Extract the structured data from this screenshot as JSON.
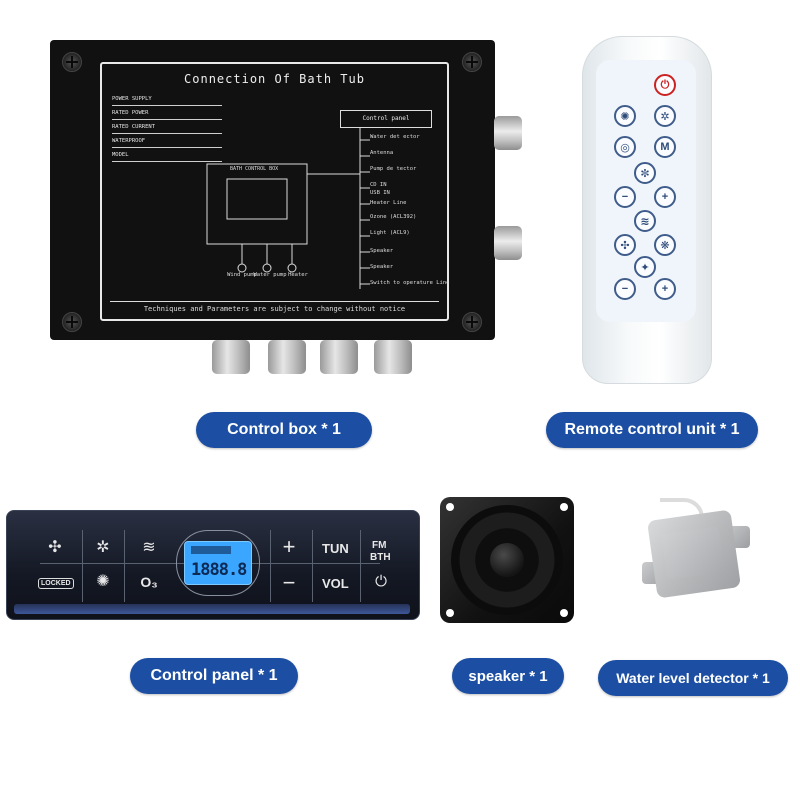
{
  "control_box": {
    "title": "Connection Of Bath Tub",
    "specs": [
      "POWER SUPPLY",
      "RATED POWER",
      "RATED CURRENT",
      "WATERPROOF",
      "MODEL"
    ],
    "panel_label": "Control panel",
    "board_label": "BATH CONTROL BOX",
    "connections": [
      "Water det ector",
      "Antenna",
      "Pump de tector",
      "CD IN",
      "USB IN",
      "Heater Line",
      "Ozone (ACL392)",
      "Light (ACL9)",
      "Speaker",
      "Speaker",
      "Switch to operature Line"
    ],
    "wires": [
      "Wind pump",
      "Water pump",
      "Heater"
    ],
    "footer": "Techniques and Parameters are subject to change without notice"
  },
  "remote": {
    "buttons": [
      {
        "icon": "power-icon",
        "glyph": "⏻"
      },
      {
        "icon": "light-icon",
        "glyph": "✺"
      },
      {
        "icon": "bubble-icon",
        "glyph": "✲"
      },
      {
        "icon": "ozone-icon",
        "glyph": "◎"
      },
      {
        "icon": "m-icon",
        "glyph": "M"
      },
      {
        "icon": "massage-icon",
        "glyph": "✼"
      },
      {
        "icon": "minus-icon",
        "glyph": "−"
      },
      {
        "icon": "plus-icon",
        "glyph": "+"
      },
      {
        "icon": "heat-icon",
        "glyph": "≋"
      },
      {
        "icon": "fan-icon",
        "glyph": "✣"
      },
      {
        "icon": "jet-icon",
        "glyph": "❋"
      },
      {
        "icon": "spray-icon",
        "glyph": "✦"
      },
      {
        "icon": "minus-icon",
        "glyph": "−"
      },
      {
        "icon": "plus-icon",
        "glyph": "+"
      }
    ]
  },
  "control_panel": {
    "keys": {
      "fan": "✣",
      "jet": "✲",
      "heat": "≋",
      "plus": "+",
      "locked": "LOCKED",
      "light": "✺",
      "ozone": "O₃",
      "minus": "−",
      "tun": "TUN",
      "vol": "VOL",
      "fm": "FM",
      "bth": "BTH",
      "power": "⏻"
    },
    "lcd": "1888.8"
  },
  "labels": {
    "control_box": "Control box * 1",
    "remote": "Remote control unit * 1",
    "control_panel": "Control panel * 1",
    "speaker": "speaker * 1",
    "water_level": "Water level detector * 1"
  },
  "colors": {
    "pill": "#1c4fa3",
    "lcd": "#3aa6ff"
  }
}
